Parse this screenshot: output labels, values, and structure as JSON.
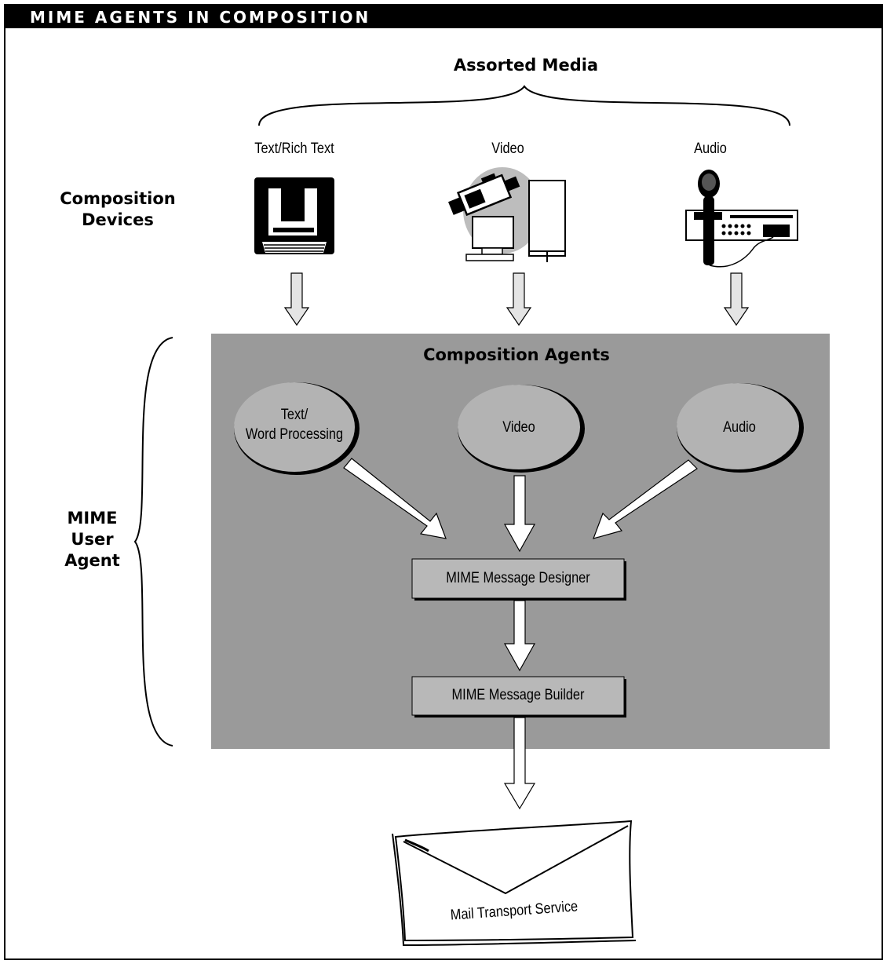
{
  "header": {
    "title": "MIME AGENTS IN COMPOSITION"
  },
  "assorted_media": {
    "label": "Assorted Media"
  },
  "composition_devices": {
    "label_line1": "Composition",
    "label_line2": "Devices",
    "devices": [
      {
        "label": "Text/Rich Text",
        "icon": "keyboard-terminal-icon"
      },
      {
        "label": "Video",
        "icon": "video-camera-computer-icon"
      },
      {
        "label": "Audio",
        "icon": "microphone-recorder-icon"
      }
    ]
  },
  "user_agent": {
    "label_line1": "MIME",
    "label_line2": "User",
    "label_line3": "Agent"
  },
  "composition_agents": {
    "title": "Composition Agents",
    "agents": [
      {
        "line1": "Text/",
        "line2": "Word Processing"
      },
      {
        "line1": "Video"
      },
      {
        "line1": "Audio"
      }
    ]
  },
  "designer": {
    "label": "MIME Message Designer"
  },
  "builder": {
    "label": "MIME Message Builder"
  },
  "transport": {
    "label": "Mail Transport Service"
  },
  "colors": {
    "panel": "#9a9a9a",
    "ellipse": "#b3b3b3",
    "box": "#b8b8b8",
    "arrow_fill": "#e6e6e6"
  }
}
